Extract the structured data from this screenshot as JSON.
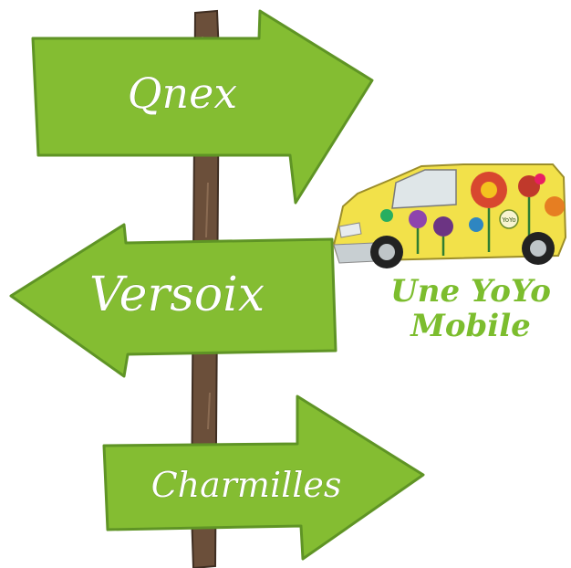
{
  "signs": [
    {
      "label": "Qnex",
      "direction": "right"
    },
    {
      "label": "Versoix",
      "direction": "left"
    },
    {
      "label": "Charmilles",
      "direction": "right"
    }
  ],
  "caption": {
    "line1": "Une YoYo",
    "line2": "Mobile"
  },
  "van": {
    "badge": "YoYo"
  },
  "colors": {
    "sign_green": "#84bd32",
    "sign_outline": "#5f9425",
    "post_brown": "#6b4f3a",
    "van_yellow": "#f2e14a",
    "caption_green": "#7cbd2e"
  }
}
